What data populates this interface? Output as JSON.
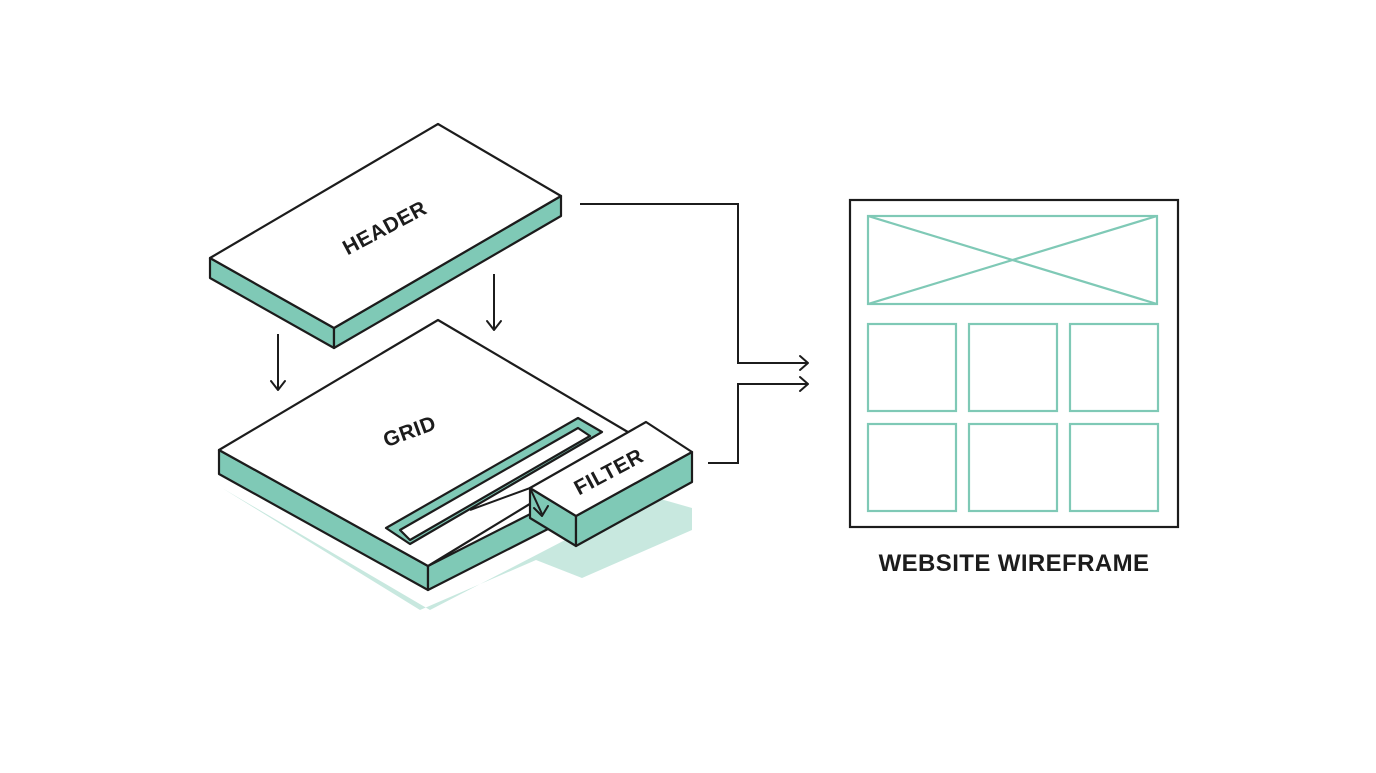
{
  "colors": {
    "accent": "#7fc9b6",
    "shadow": "#c8e8df",
    "stroke": "#1c1c1c"
  },
  "blocks": {
    "header": {
      "label": "HEADER"
    },
    "grid": {
      "label": "GRID"
    },
    "filter": {
      "label": "FILTER"
    }
  },
  "wireframe": {
    "caption": "WEBSITE WIREFRAME",
    "hero": "image-placeholder",
    "grid_rows": 2,
    "grid_cols": 3
  }
}
